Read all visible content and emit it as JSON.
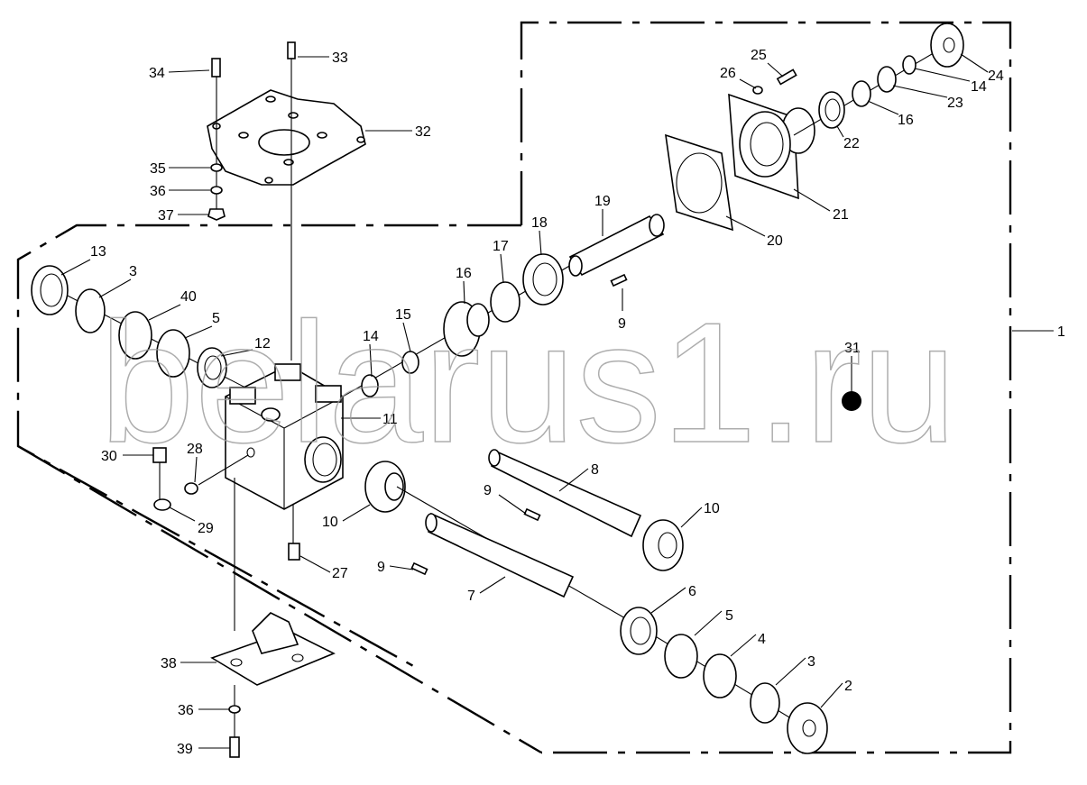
{
  "watermark": "belarus1.ru",
  "labels": [
    "34",
    "33",
    "32",
    "35",
    "36",
    "37",
    "13",
    "3",
    "40",
    "5",
    "12",
    "11",
    "14",
    "15",
    "16",
    "17",
    "18",
    "19",
    "9",
    "20",
    "21",
    "22",
    "16",
    "23",
    "14",
    "24",
    "25",
    "26",
    "1",
    "31",
    "30",
    "28",
    "29",
    "27",
    "10",
    "9",
    "8",
    "10",
    "9",
    "7",
    "6",
    "5",
    "4",
    "3",
    "2",
    "38",
    "36",
    "39"
  ]
}
